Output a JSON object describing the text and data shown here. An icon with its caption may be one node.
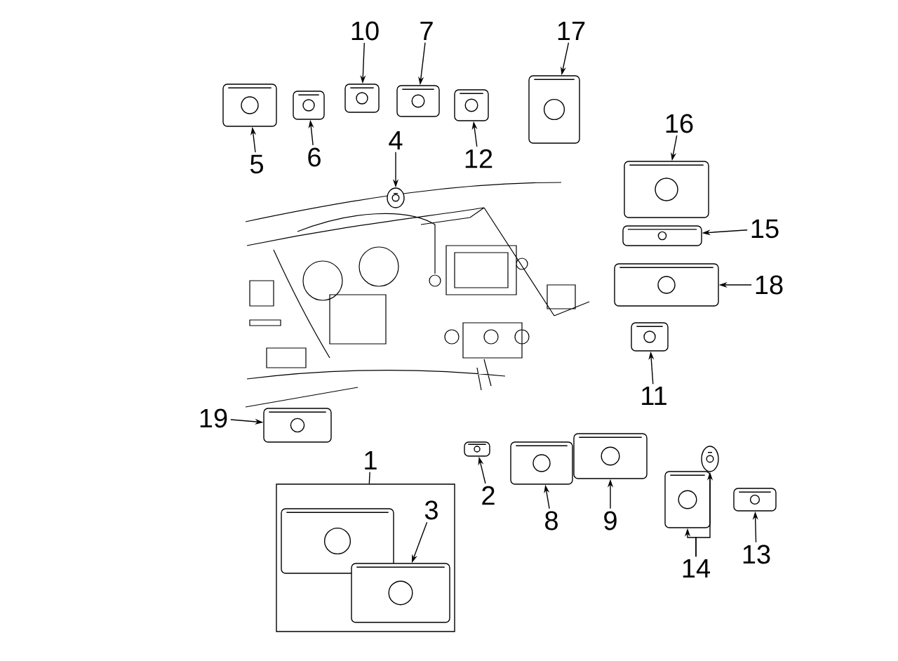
{
  "diagram": {
    "nodes": [
      {
        "text": [
          "10"
        ]
      },
      {
        "text": [],
        "shape": "picture"
      },
      {
        "text": [
          "7"
        ]
      },
      {
        "text": [],
        "shape": "picture"
      },
      {
        "text": [
          "17"
        ]
      },
      {
        "text": [],
        "shape": "picture"
      },
      {
        "text": [],
        "shape": "picture"
      },
      {
        "text": [
          "5"
        ]
      },
      {
        "text": [],
        "shape": "picture"
      },
      {
        "text": [
          "6"
        ]
      },
      {
        "text": [
          "4"
        ]
      },
      {
        "text": [],
        "shape": "picture"
      },
      {
        "text": [],
        "shape": "picture"
      },
      {
        "text": [
          "12"
        ]
      },
      {
        "text": [
          "16"
        ]
      },
      {
        "text": [],
        "shape": "picture"
      },
      {
        "text": [
          "15"
        ]
      },
      {
        "text": [],
        "shape": "picture"
      },
      {
        "text": [
          "18"
        ]
      },
      {
        "text": [],
        "shape": "picture"
      },
      {
        "text": [],
        "shape": "picture"
      },
      {
        "text": [
          "11"
        ]
      },
      {
        "text": [
          "19"
        ]
      },
      {
        "text": [],
        "shape": "picture"
      },
      {
        "text": [
          "1"
        ]
      },
      {
        "text": [],
        "shape": "box"
      },
      {
        "text": [],
        "shape": "picture",
        "in": 25
      },
      {
        "text": [
          "3"
        ],
        "in": 25
      },
      {
        "text": [],
        "shape": "picture",
        "in": 25
      },
      {
        "text": [],
        "shape": "picture"
      },
      {
        "text": [
          "2"
        ]
      },
      {
        "text": [],
        "shape": "picture"
      },
      {
        "text": [
          "8"
        ]
      },
      {
        "text": [],
        "shape": "picture"
      },
      {
        "text": [
          "9"
        ]
      },
      {
        "text": [],
        "shape": "picture"
      },
      {
        "text": [],
        "shape": "picture"
      },
      {
        "text": [
          "14"
        ]
      },
      {
        "text": [],
        "shape": "picture"
      },
      {
        "text": [
          "13"
        ]
      }
    ],
    "edges": [
      {
        "from": 0,
        "to": 1,
        "arrow": "to"
      },
      {
        "from": 2,
        "to": 3,
        "arrow": "to"
      },
      {
        "from": 4,
        "to": 5,
        "arrow": "to"
      },
      {
        "from": 7,
        "to": 6,
        "arrow": "to"
      },
      {
        "from": 9,
        "to": 8,
        "arrow": "to"
      },
      {
        "from": 10,
        "to": 11,
        "arrow": "to"
      },
      {
        "from": 13,
        "to": 12,
        "arrow": "to"
      },
      {
        "from": 14,
        "to": 15,
        "arrow": "to"
      },
      {
        "from": 16,
        "to": 17,
        "arrow": "to"
      },
      {
        "from": 18,
        "to": 19,
        "arrow": "to"
      },
      {
        "from": 21,
        "to": 20,
        "arrow": "to"
      },
      {
        "from": 22,
        "to": 23,
        "arrow": "to"
      },
      {
        "from": 24,
        "to": 25,
        "arrow": "none"
      },
      {
        "from": 27,
        "to": 28,
        "arrow": "to"
      },
      {
        "from": 30,
        "to": 29,
        "arrow": "to"
      },
      {
        "from": 32,
        "to": 31,
        "arrow": "to"
      },
      {
        "from": 34,
        "to": 33,
        "arrow": "to"
      },
      {
        "from": 37,
        "to": 35,
        "arrow": "to"
      },
      {
        "from": 37,
        "to": 36,
        "arrow": "to"
      },
      {
        "from": 39,
        "to": 38,
        "arrow": "to"
      }
    ]
  }
}
